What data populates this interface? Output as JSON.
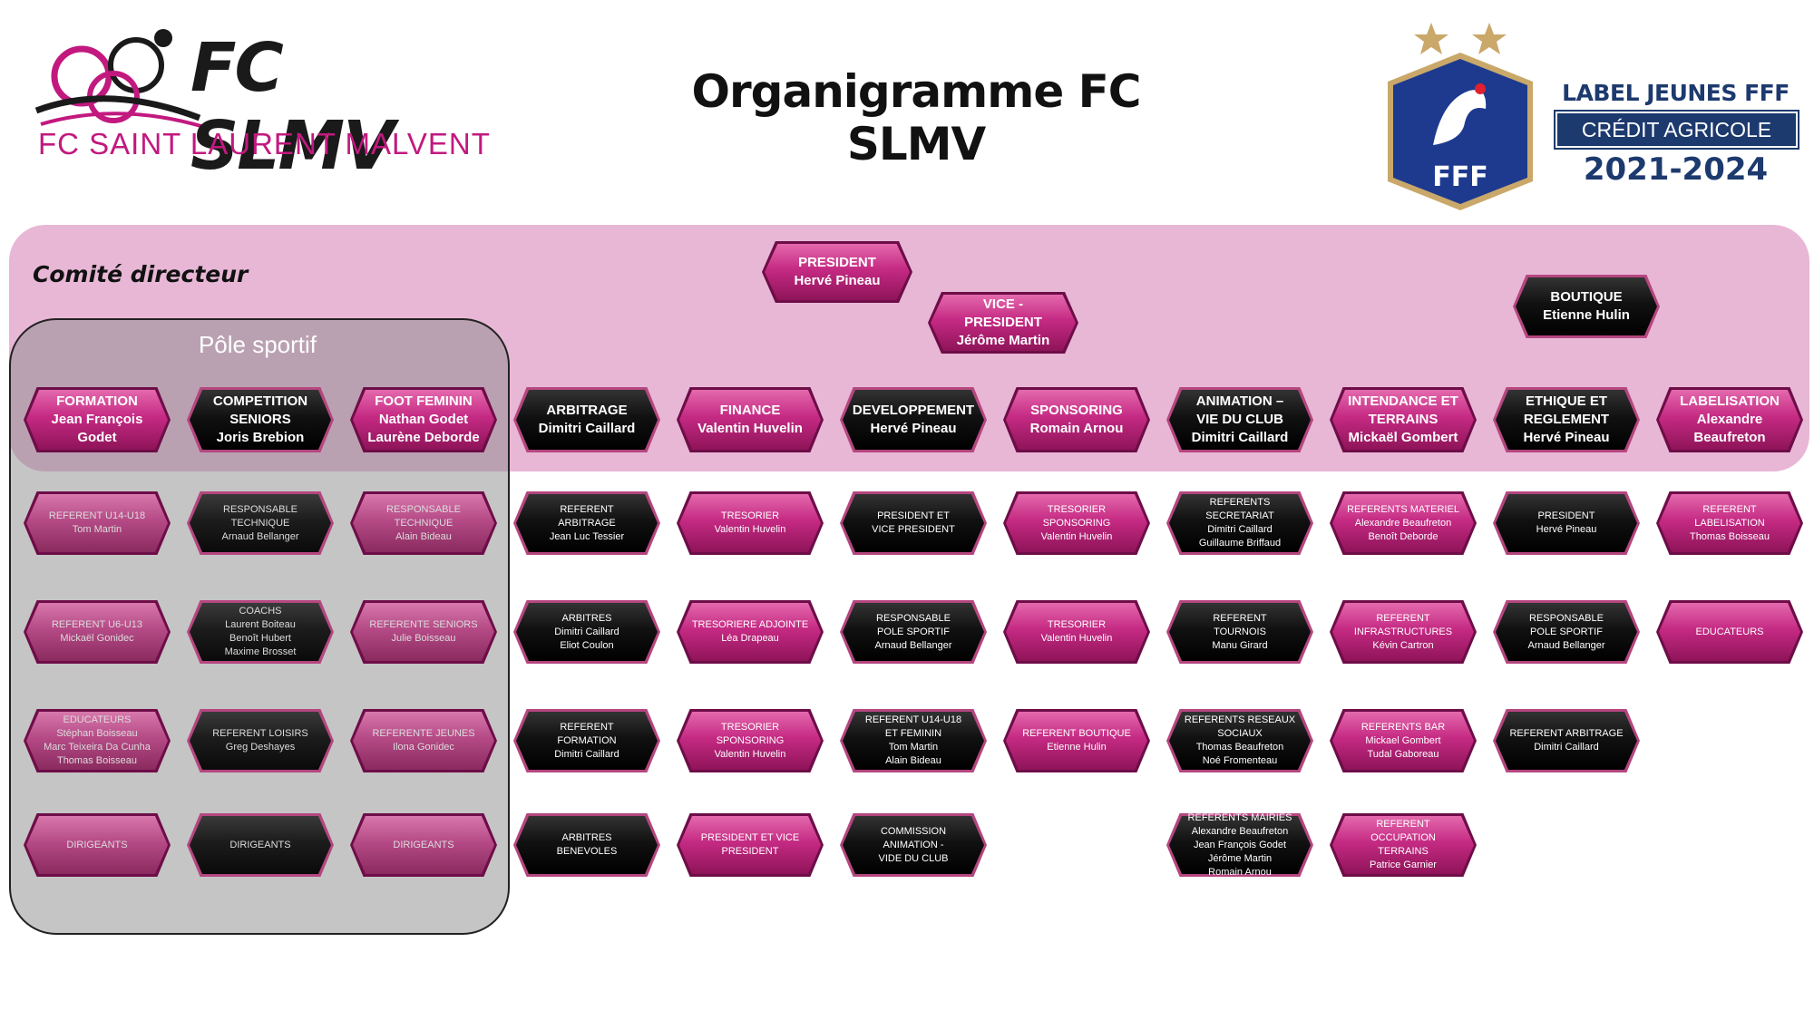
{
  "title": "Organigramme FC SLMV",
  "logo": {
    "main": "FC SLMV",
    "sub": "FC SAINT LAURENT MALVENT",
    "icon": "cyclist-logo-icon"
  },
  "label": {
    "line1": "LABEL JEUNES FFF",
    "bank": "CRÉDIT AGRICOLE",
    "years": "2021-2024",
    "badge": "FFF",
    "icon": "fff-rooster-badge-icon"
  },
  "comite_label": "Comité directeur",
  "pole_label": "Pôle sportif",
  "colors": {
    "pink": "#c52a83",
    "black": "#000000",
    "band": "#e8b7d6",
    "navy": "#1d3a6e"
  },
  "top_boxes": [
    {
      "id": "president",
      "text": "PRESIDENT\nHervé Pineau",
      "style": "pink"
    },
    {
      "id": "vice-president",
      "text": "VICE - PRESIDENT\nJérôme Martin",
      "style": "pink"
    },
    {
      "id": "boutique",
      "text": "BOUTIQUE\nEtienne Hulin",
      "style": "black"
    }
  ],
  "columns": [
    {
      "header": "FORMATION\nJean François\nGodet",
      "style": "pink",
      "items": [
        "REFERENT U14-U18\nTom Martin",
        "REFERENT U6-U13\nMickaël Gonidec",
        "EDUCATEURS\nStéphan Boisseau\nMarc Teixeira Da Cunha\nThomas Boisseau",
        "DIRIGEANTS"
      ]
    },
    {
      "header": "COMPETITION\nSENIORS\nJoris Brebion",
      "style": "black",
      "items": [
        "RESPONSABLE\nTECHNIQUE\nArnaud Bellanger",
        "COACHS\nLaurent Boiteau\nBenoît Hubert\nMaxime Brosset",
        "REFERENT LOISIRS\nGreg Deshayes",
        "DIRIGEANTS"
      ]
    },
    {
      "header": "FOOT FEMININ\nNathan Godet\nLaurène Deborde",
      "style": "pink",
      "items": [
        "RESPONSABLE\nTECHNIQUE\nAlain Bideau",
        "REFERENTE SENIORS\nJulie Boisseau",
        "REFERENTE JEUNES\nIlona Gonidec",
        "DIRIGEANTS"
      ]
    },
    {
      "header": "ARBITRAGE\nDimitri Caillard",
      "style": "black",
      "items": [
        "REFERENT\nARBITRAGE\nJean Luc Tessier",
        "ARBITRES\nDimitri Caillard\nEliot Coulon",
        "REFERENT\nFORMATION\nDimitri Caillard",
        "ARBITRES\nBENEVOLES"
      ]
    },
    {
      "header": "FINANCE\nValentin Huvelin",
      "style": "pink",
      "items": [
        "TRESORIER\nValentin Huvelin",
        "TRESORIERE ADJOINTE\nLéa Drapeau",
        "TRESORIER\nSPONSORING\nValentin Huvelin",
        "PRESIDENT ET VICE\nPRESIDENT"
      ]
    },
    {
      "header": "DEVELOPPEMENT\nHervé Pineau",
      "style": "black",
      "items": [
        "PRESIDENT ET\nVICE PRESIDENT",
        "RESPONSABLE\nPOLE SPORTIF\nArnaud Bellanger",
        "REFERENT U14-U18\nET FEMININ\nTom Martin\nAlain Bideau",
        "COMMISSION\nANIMATION -\nVIDE DU CLUB"
      ]
    },
    {
      "header": "SPONSORING\nRomain Arnou",
      "style": "pink",
      "items": [
        "TRESORIER\nSPONSORING\nValentin Huvelin",
        "TRESORIER\nValentin Huvelin",
        "REFERENT BOUTIQUE\nEtienne Hulin"
      ]
    },
    {
      "header": "ANIMATION –\nVIE DU CLUB\nDimitri Caillard",
      "style": "black",
      "items": [
        "REFERENTS\nSECRETARIAT\nDimitri Caillard\nGuillaume Briffaud",
        "REFERENT\nTOURNOIS\nManu Girard",
        "REFERENTS RESEAUX\nSOCIAUX\nThomas Beaufreton\nNoé Fromenteau",
        "REFERENTS MAIRIES\nAlexandre Beaufreton\nJean François Godet\nJérôme Martin\nRomain Arnou"
      ]
    },
    {
      "header": "INTENDANCE ET\nTERRAINS\nMickaël Gombert",
      "style": "pink",
      "items": [
        "REFERENTS MATERIEL\nAlexandre Beaufreton\nBenoît Deborde",
        "REFERENT\nINFRASTRUCTURES\nKévin Cartron",
        "REFERENTS BAR\nMickael Gombert\nTudal Gaboreau",
        "REFERENT\nOCCUPATION\nTERRAINS\nPatrice Garnier"
      ]
    },
    {
      "header": "ETHIQUE ET\nREGLEMENT\nHervé Pineau",
      "style": "black",
      "items": [
        "PRESIDENT\nHervé Pineau",
        "RESPONSABLE\nPOLE SPORTIF\nArnaud Bellanger",
        "REFERENT ARBITRAGE\nDimitri Caillard"
      ]
    },
    {
      "header": "LABELISATION\nAlexandre\nBeaufreton",
      "style": "pink",
      "items": [
        "REFERENT\nLABELISATION\nThomas Boisseau",
        "EDUCATEURS"
      ]
    }
  ]
}
